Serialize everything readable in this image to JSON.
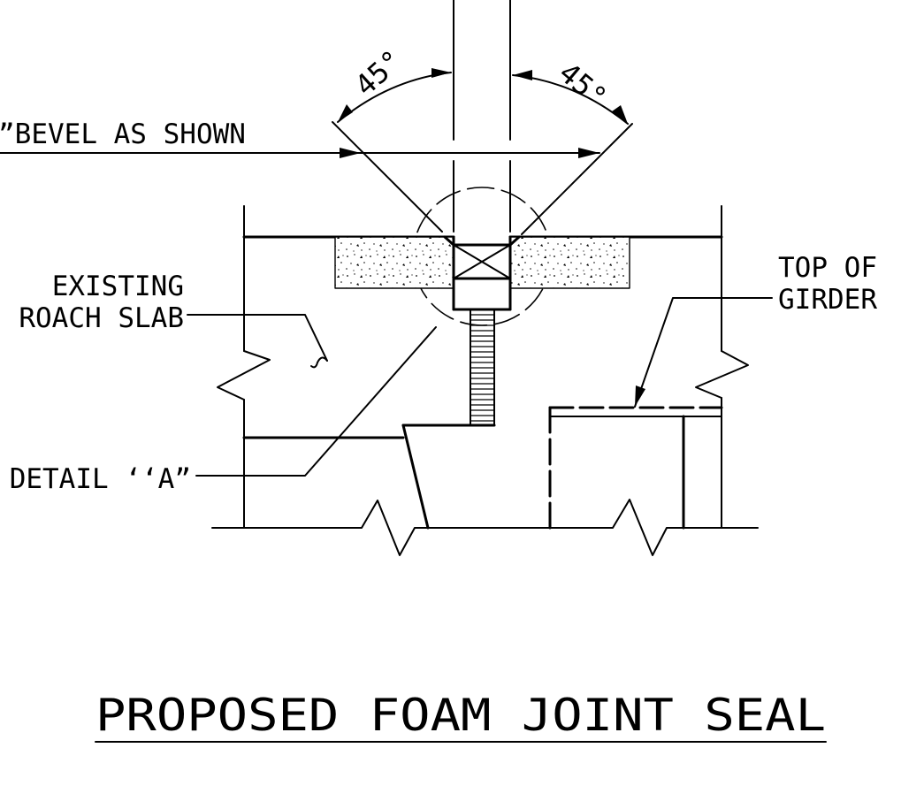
{
  "labels": {
    "angle_left": "45°",
    "angle_right": "45°",
    "bevel_note": "”BEVEL AS SHOWN",
    "existing_line1": "EXISTING",
    "existing_line2": "ROACH SLAB",
    "top_of_girder_line1": "TOP OF",
    "top_of_girder_line2": "GIRDER",
    "detail_ref": "DETAIL ‘‘A”"
  },
  "title": "PROPOSED FOAM JOINT SEAL",
  "colors": {
    "ink": "#000000",
    "background": "#ffffff"
  }
}
